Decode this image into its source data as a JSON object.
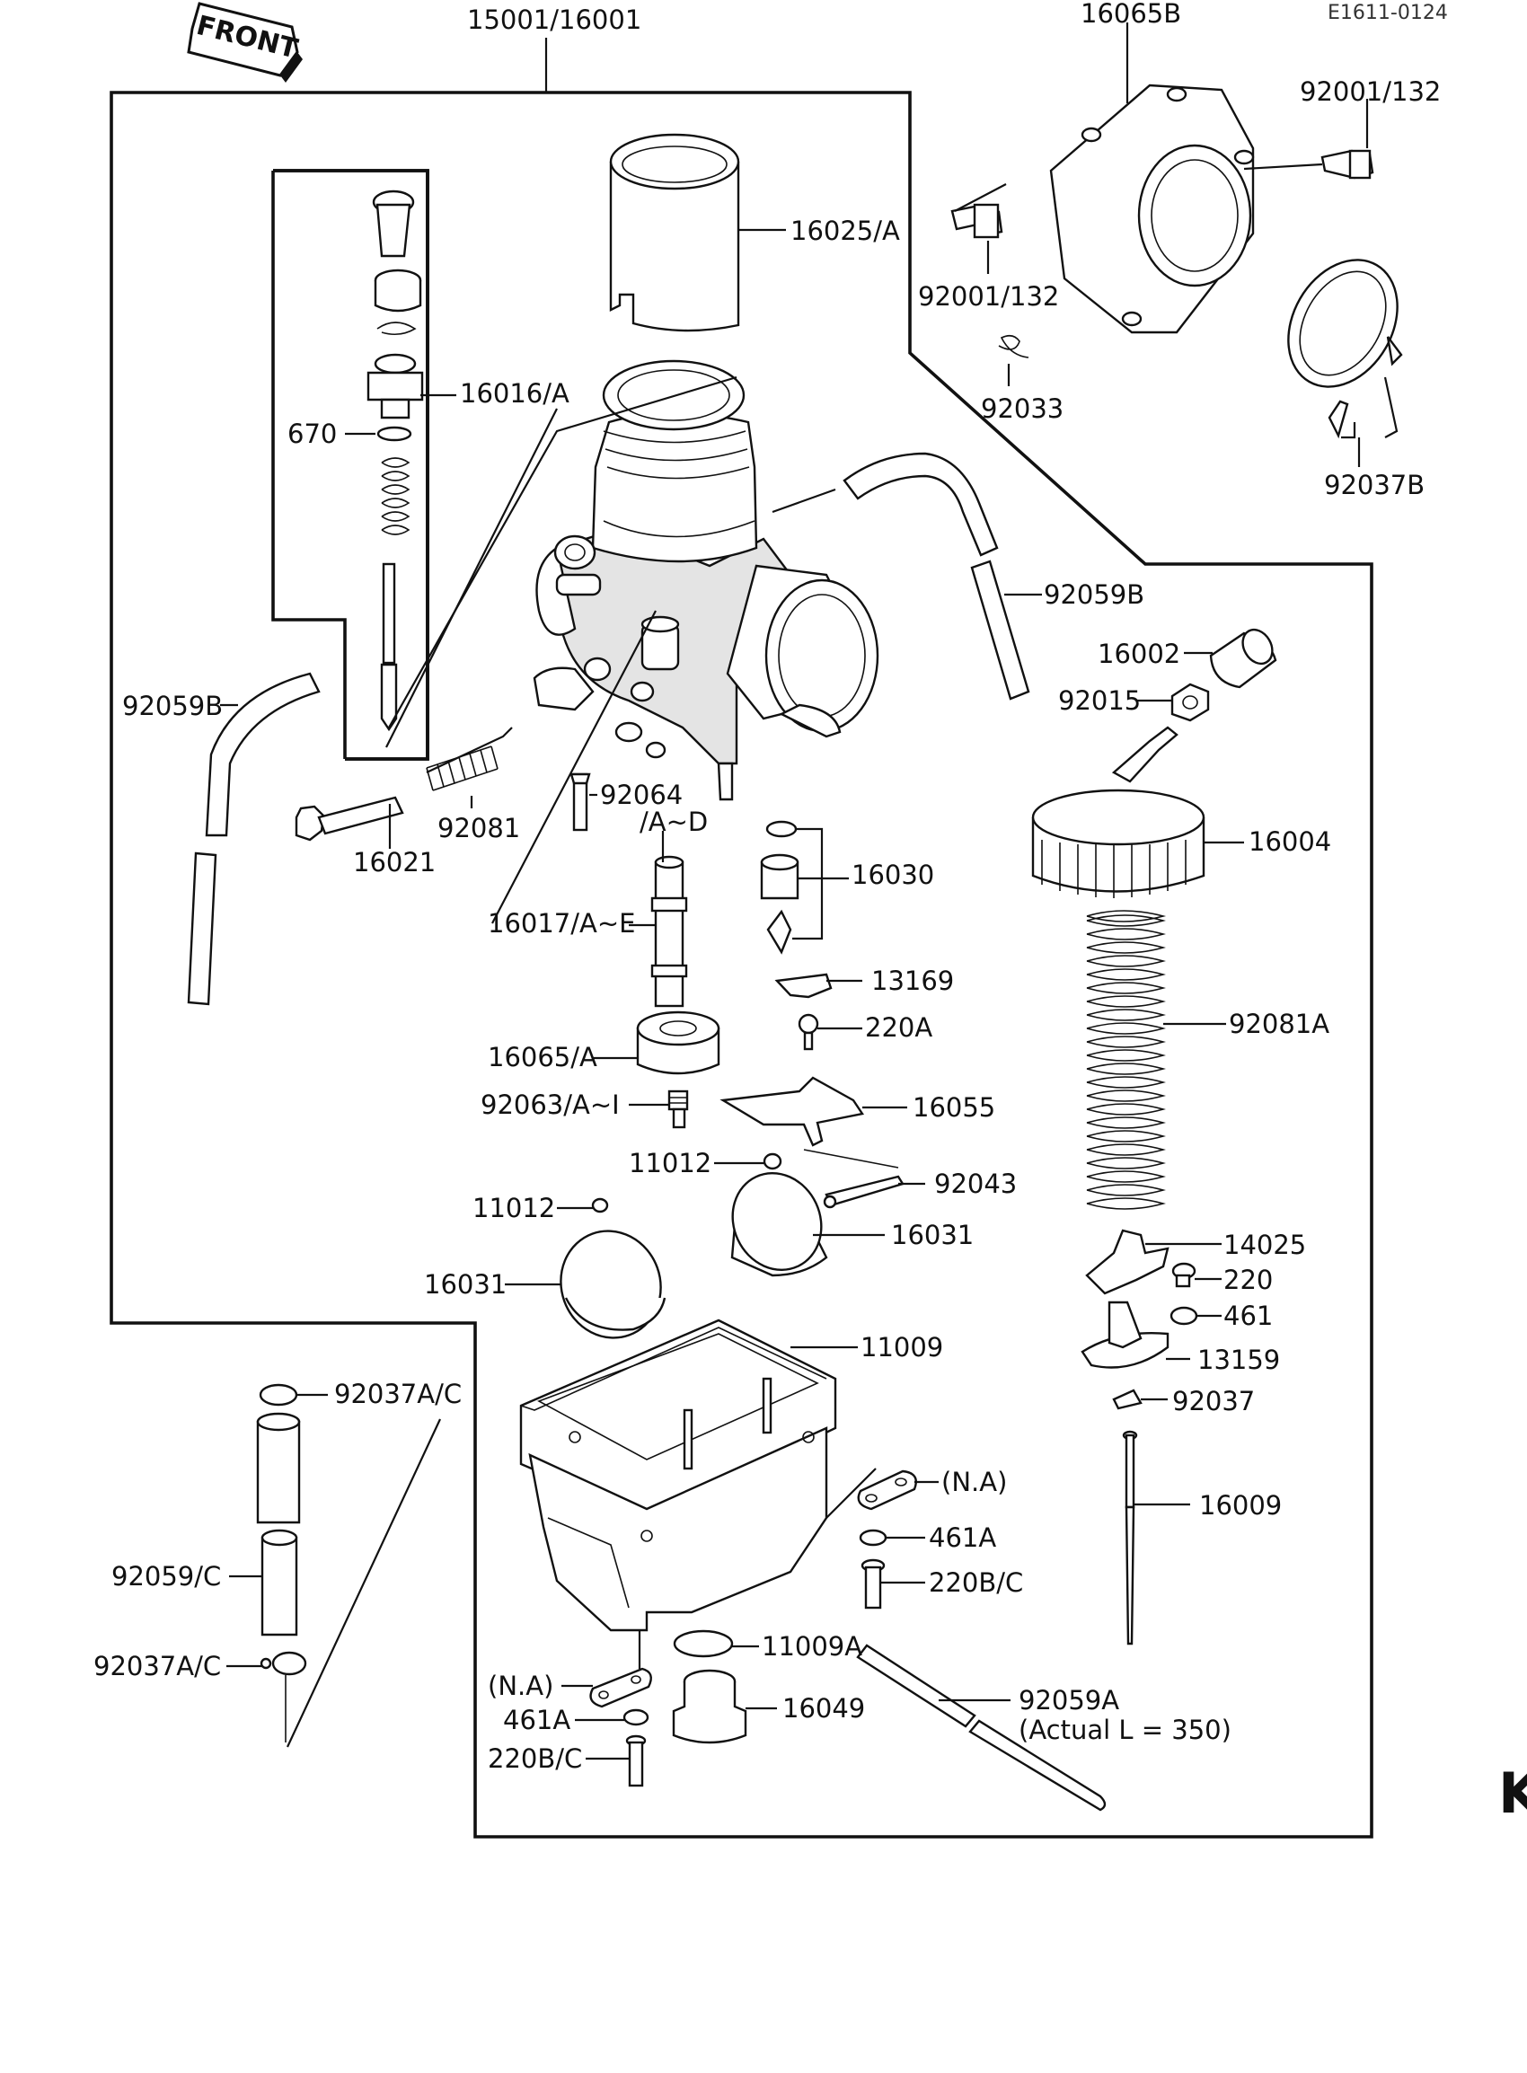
{
  "drawing_code": "E1611-0124",
  "front_badge": "FRONT",
  "corner_mark": "K",
  "labels": {
    "l_15001": "15001/16001",
    "l_16065b": "16065B",
    "l_92001_132_top": "92001/132",
    "l_16025a": "16025/A",
    "l_92001_132_mid": "92001/132",
    "l_92033": "92033",
    "l_92037b": "92037B",
    "l_16016a": "16016/A",
    "l_670": "670",
    "l_92059b_right": "92059B",
    "l_16002": "16002",
    "l_92015": "92015",
    "l_92059b_left": "92059B",
    "l_92064": "92064",
    "l_92064_sub": "/A~D",
    "l_92081": "92081",
    "l_16021": "16021",
    "l_16030": "16030",
    "l_16004": "16004",
    "l_16017": "16017/A~E",
    "l_13169": "13169",
    "l_220a": "220A",
    "l_92081a": "92081A",
    "l_16065a": "16065/A",
    "l_92063": "92063/A~I",
    "l_16055": "16055",
    "l_11012_a": "11012",
    "l_92043": "92043",
    "l_11012_b": "11012",
    "l_16031_right": "16031",
    "l_16031_left": "16031",
    "l_14025": "14025",
    "l_220": "220",
    "l_461": "461",
    "l_11009": "11009",
    "l_13159": "13159",
    "l_92037a_c_top": "92037A/C",
    "l_92037": "92037",
    "l_na_right": "(N.A)",
    "l_16009": "16009",
    "l_461a_right": "461A",
    "l_92059c": "92059/C",
    "l_220bc_right": "220B/C",
    "l_92037a_c_bot": "92037A/C",
    "l_11009a": "11009A",
    "l_92059a": "92059A",
    "l_92059a_note": "(Actual L = 350)",
    "l_na_left": "(N.A)",
    "l_16049": "16049",
    "l_461a_left": "461A",
    "l_220bc_left": "220B/C"
  }
}
